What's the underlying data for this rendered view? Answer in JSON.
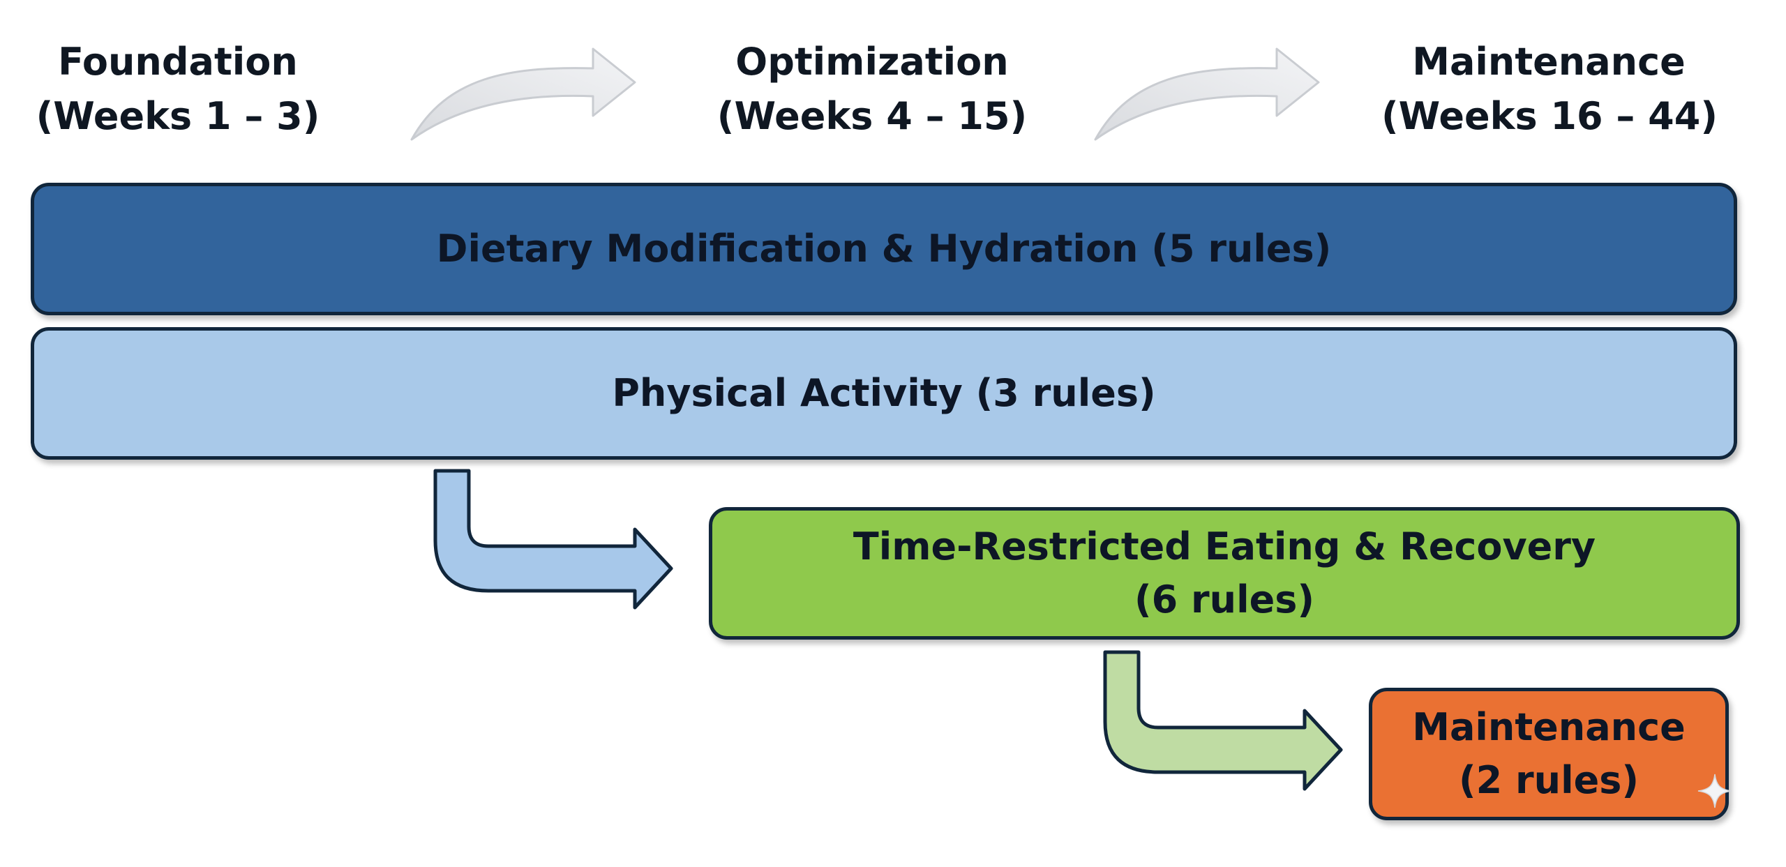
{
  "phases": {
    "foundation": {
      "name": "Foundation",
      "weeks": "(Weeks 1 – 3)"
    },
    "optimization": {
      "name": "Optimization",
      "weeks": "(Weeks 4 – 15)"
    },
    "maintenance": {
      "name": "Maintenance",
      "weeks": "(Weeks 16 – 44)"
    }
  },
  "bars": {
    "dietary": {
      "label": "Dietary Modification & Hydration (5 rules)"
    },
    "physical": {
      "label": "Physical Activity (3 rules)"
    },
    "tre": {
      "line1": "Time-Restricted Eating & Recovery",
      "line2": "(6 rules)"
    },
    "maintenance": {
      "line1": "Maintenance",
      "line2": "(2 rules)"
    }
  },
  "colors": {
    "dietary": "#32649c",
    "physical": "#a9c9e9",
    "tre": "#8fc94c",
    "maintenance": "#ea7133",
    "outline": "#11263b"
  },
  "icons": {
    "phase_arrow": "curved-arrow-right-icon",
    "flow_arrow": "bent-arrow-down-right-icon"
  }
}
